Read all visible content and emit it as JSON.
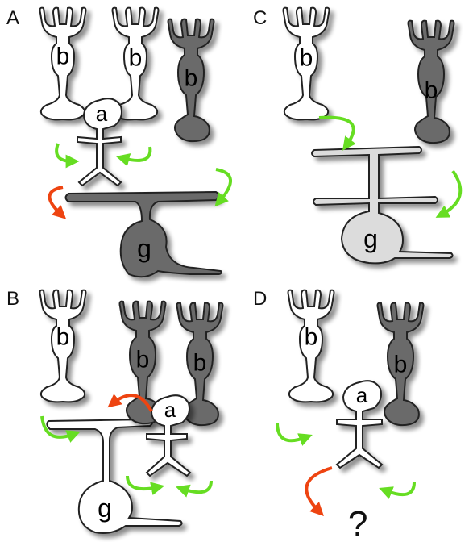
{
  "colors": {
    "off_cell": "#ffffff",
    "on_cell": "#6b6b6b",
    "on_cell_light": "#8d8d8d",
    "ganglion_light": "#dcdcdc",
    "excitatory_arrow": "#66dd22",
    "inhibitory_arrow": "#ee4411",
    "outline": "#222222"
  },
  "cell_labels": {
    "bipolar": "b",
    "amacrine": "a",
    "ganglion": "g"
  },
  "panels": [
    {
      "letter": "A"
    },
    {
      "letter": "C"
    },
    {
      "letter": "B"
    },
    {
      "letter": "D",
      "unknown_mark": "?"
    }
  ]
}
